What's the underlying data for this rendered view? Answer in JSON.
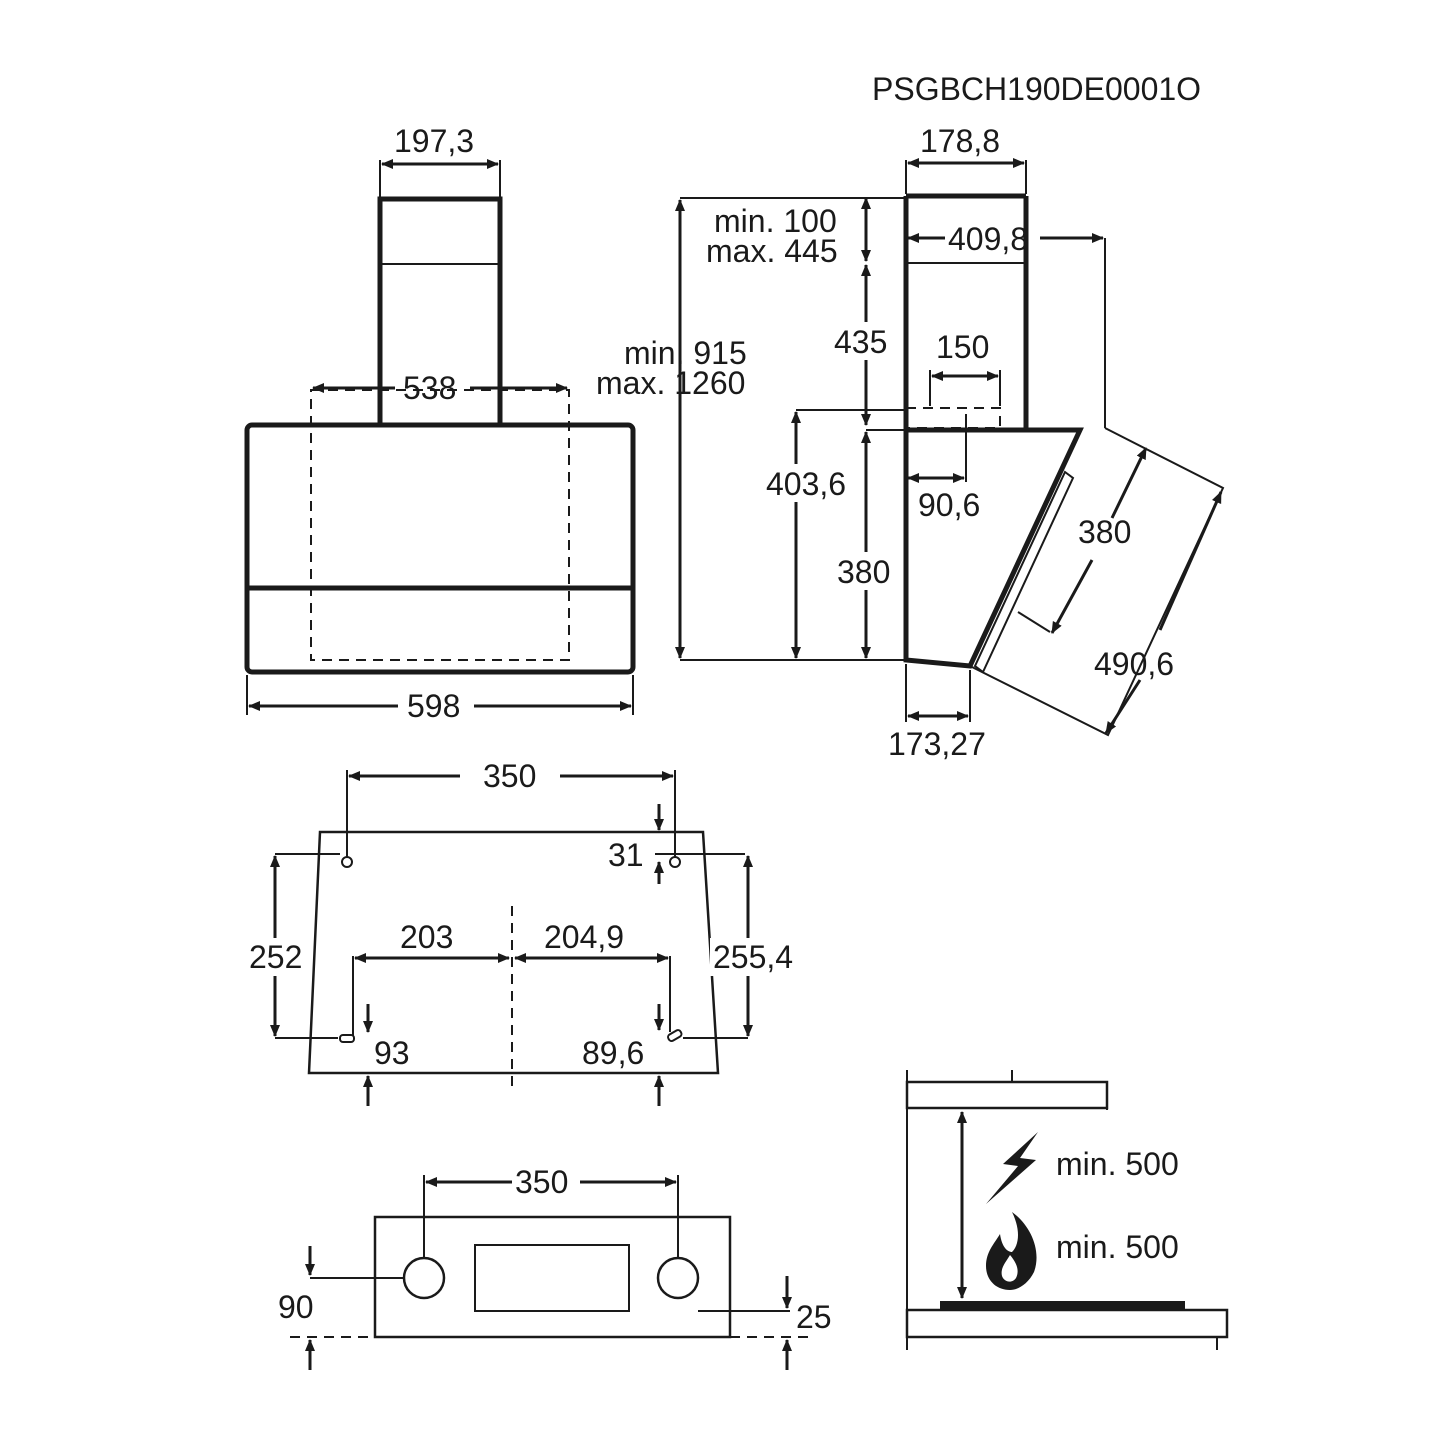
{
  "drawing_code": "PSGBCH190DE0001O",
  "front_view": {
    "chimney_width": "197,3",
    "inner_width": "538",
    "total_width": "598"
  },
  "side_view": {
    "chimney_depth": "178,8",
    "adjust_min": "min. 100",
    "adjust_max": "max. 445",
    "depth_top": "409,8",
    "height_min": "min. 915",
    "height_max": "max. 1260",
    "chimney_lower": "435",
    "outlet_width": "150",
    "body_height": "403,6",
    "outlet_offset": "90,6",
    "body_front": "380",
    "panel_length": "380",
    "panel_diag": "490,6",
    "bottom_depth": "173,27"
  },
  "bracket_view": {
    "top_spacing": "350",
    "top_offset": "31",
    "left_height": "252",
    "right_height": "255,4",
    "left_center": "203",
    "right_center": "204,9",
    "left_bottom": "93",
    "right_bottom": "89,6"
  },
  "bottom_view": {
    "hole_spacing": "350",
    "left_offset": "90",
    "right_offset": "25"
  },
  "clearance": {
    "electric": "min. 500",
    "gas": "min. 500"
  },
  "icons": [
    "lightning-icon",
    "flame-icon"
  ]
}
